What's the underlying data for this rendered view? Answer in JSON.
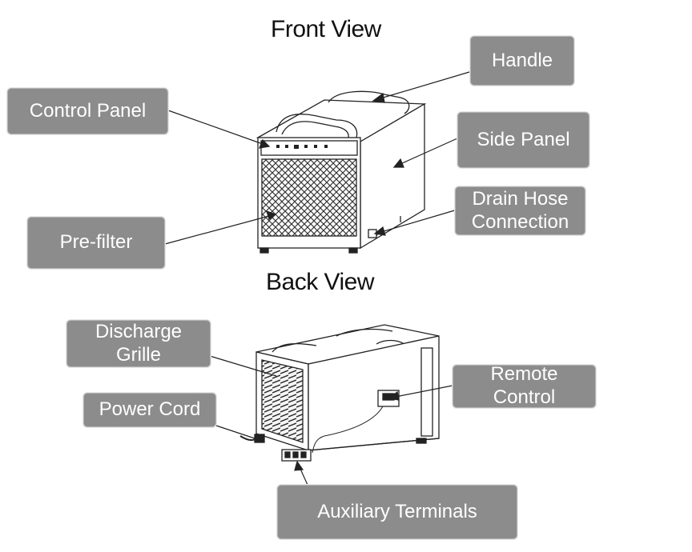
{
  "titles": {
    "front": "Front View",
    "back": "Back View"
  },
  "labels": {
    "handle": "Handle",
    "control_panel": "Control Panel",
    "side_panel": "Side Panel",
    "drain_hose": "Drain Hose\nConnection",
    "pre_filter": "Pre-filter",
    "discharge_grille": "Discharge\nGrille",
    "remote_control": "Remote\nControl",
    "power_cord": "Power Cord",
    "auxiliary_terminals": "Auxiliary Terminals"
  },
  "colors": {
    "callout_fill": "#8c8c8c",
    "callout_text": "#ffffff",
    "line": "#222222"
  }
}
